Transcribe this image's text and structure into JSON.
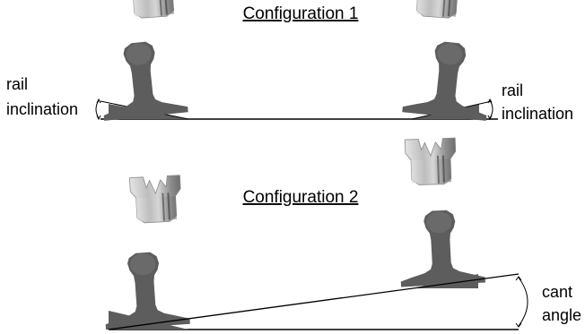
{
  "config1": {
    "title": "Configuration 1",
    "left_label_line1": "rail",
    "left_label_line2": "inclination",
    "right_label_line1": "rail",
    "right_label_line2": "inclination"
  },
  "config2": {
    "title": "Configuration 2",
    "angle_label_line1": "cant",
    "angle_label_line2": "angle"
  },
  "colors": {
    "rail": "#5d5d5d",
    "wheel_light": "#d2d2d2",
    "wheel_mid": "#a9a9a9",
    "wheel_dark": "#7a7a7a",
    "line": "#000000"
  }
}
